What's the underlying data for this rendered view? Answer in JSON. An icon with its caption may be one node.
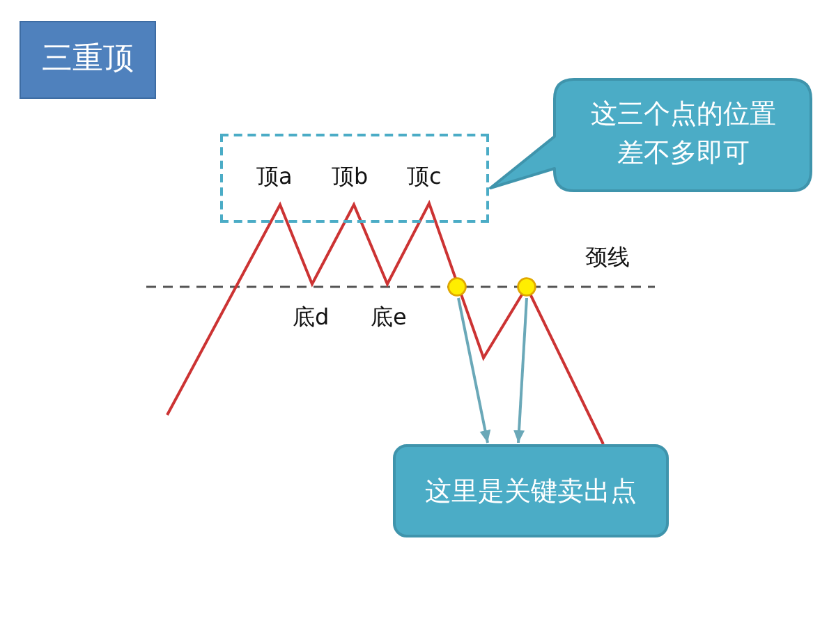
{
  "diagram": {
    "title": "三重顶",
    "nodes": [
      {
        "text": [
          "顶a",
          "顶b",
          "顶c"
        ]
      },
      {
        "text": [
          "这三个点的位置差不多即可"
        ]
      },
      {
        "text": [],
        "shape": "circle"
      },
      {
        "text": [],
        "shape": "circle"
      },
      {
        "text": [
          "这里是关键卖出点"
        ]
      }
    ],
    "edges": [
      {
        "from": 2,
        "to": 4,
        "arrow": "to"
      },
      {
        "from": 3,
        "to": 4,
        "arrow": "to"
      }
    ],
    "labels": [
      "颈线",
      "底d",
      "底e"
    ]
  }
}
